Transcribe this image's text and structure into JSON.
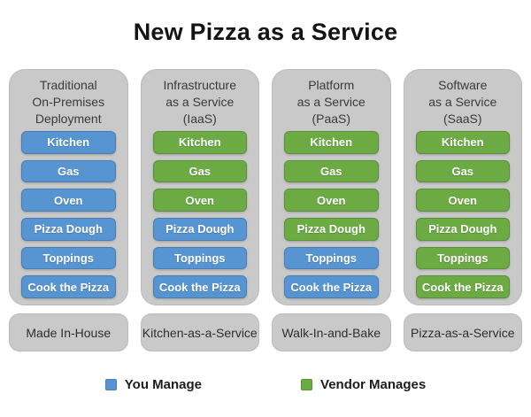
{
  "title": "New Pizza as a Service",
  "colors": {
    "you_manage": "#5795D2",
    "vendor_manages": "#6CAB44",
    "card_bg": "#C9C9C9"
  },
  "columns": [
    {
      "header_lines": [
        "Traditional",
        "On-Premises",
        "Deployment"
      ],
      "footer": "Made In-House",
      "items": [
        {
          "label": "Kitchen",
          "owner": "you"
        },
        {
          "label": "Gas",
          "owner": "you"
        },
        {
          "label": "Oven",
          "owner": "you"
        },
        {
          "label": "Pizza Dough",
          "owner": "you"
        },
        {
          "label": "Toppings",
          "owner": "you"
        },
        {
          "label": "Cook the Pizza",
          "owner": "you"
        }
      ]
    },
    {
      "header_lines": [
        "Infrastructure",
        "as a Service",
        "(IaaS)"
      ],
      "footer": "Kitchen-as-a-Service",
      "items": [
        {
          "label": "Kitchen",
          "owner": "vendor"
        },
        {
          "label": "Gas",
          "owner": "vendor"
        },
        {
          "label": "Oven",
          "owner": "vendor"
        },
        {
          "label": "Pizza Dough",
          "owner": "you"
        },
        {
          "label": "Toppings",
          "owner": "you"
        },
        {
          "label": "Cook the Pizza",
          "owner": "you"
        }
      ]
    },
    {
      "header_lines": [
        "Platform",
        "as a Service",
        "(PaaS)"
      ],
      "footer": "Walk-In-and-Bake",
      "items": [
        {
          "label": "Kitchen",
          "owner": "vendor"
        },
        {
          "label": "Gas",
          "owner": "vendor"
        },
        {
          "label": "Oven",
          "owner": "vendor"
        },
        {
          "label": "Pizza Dough",
          "owner": "vendor"
        },
        {
          "label": "Toppings",
          "owner": "you"
        },
        {
          "label": "Cook the Pizza",
          "owner": "you"
        }
      ]
    },
    {
      "header_lines": [
        "Software",
        "as a Service",
        "(SaaS)"
      ],
      "footer": "Pizza-as-a-Service",
      "items": [
        {
          "label": "Kitchen",
          "owner": "vendor"
        },
        {
          "label": "Gas",
          "owner": "vendor"
        },
        {
          "label": "Oven",
          "owner": "vendor"
        },
        {
          "label": "Pizza Dough",
          "owner": "vendor"
        },
        {
          "label": "Toppings",
          "owner": "vendor"
        },
        {
          "label": "Cook the Pizza",
          "owner": "vendor"
        }
      ]
    }
  ],
  "legend": {
    "entries": [
      {
        "label": "You Manage",
        "owner": "you"
      },
      {
        "label": "Vendor Manages",
        "owner": "vendor"
      }
    ]
  }
}
